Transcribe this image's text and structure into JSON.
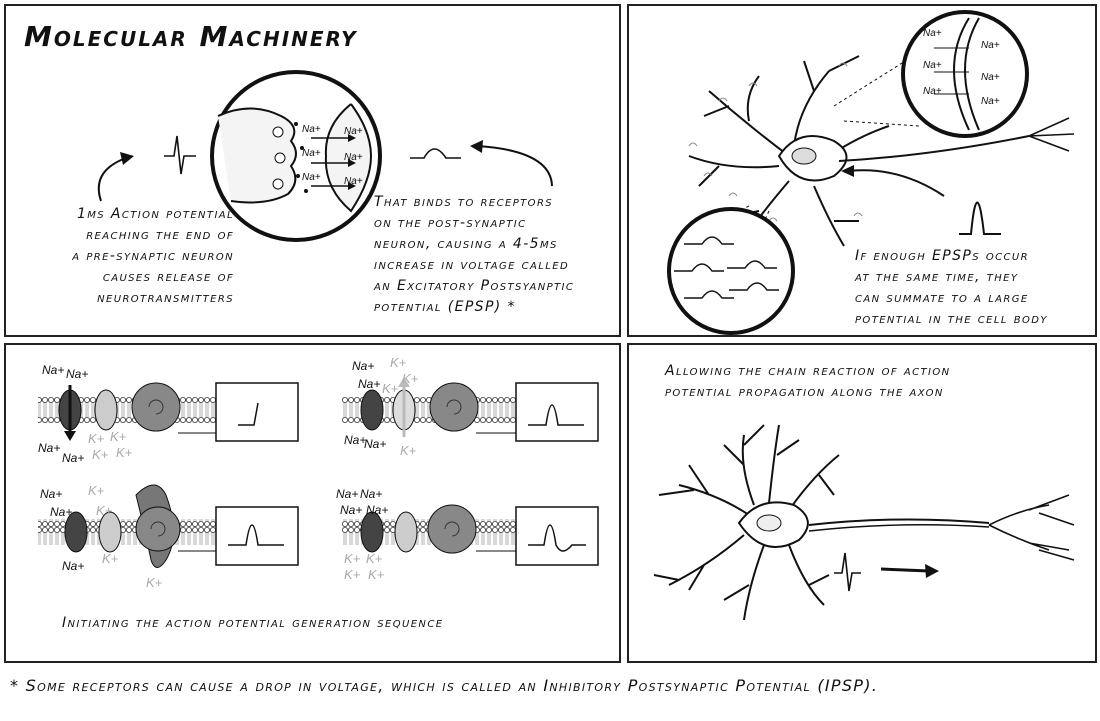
{
  "title": "Molecular Machinery",
  "panel1": {
    "caption_left": [
      "1ms Action potential",
      "reaching the end of",
      "a pre-synaptic neuron",
      "causes release of",
      "neurotransmitters"
    ],
    "caption_right": [
      "That binds to receptors",
      "on the post-synaptic",
      "neuron, causing a 4-5ms",
      "increase in voltage called",
      "an Excitatory Postsyanptic",
      "potential (EPSP) *"
    ],
    "ion_na": "Na+"
  },
  "panel2": {
    "caption": [
      "If enough EPSPs occur",
      "at the same time, they",
      "can summate to a large",
      "potential in the cell body"
    ],
    "ion_na": "Na+"
  },
  "panel3": {
    "caption": "Initiating the action potential generation sequence",
    "ion_na": "Na+",
    "ion_k": "K+"
  },
  "panel4": {
    "caption": [
      "Allowing the chain reaction of action",
      "potential propagation along the axon"
    ]
  },
  "footnote": "* Some receptors can cause a drop in voltage, which is called an Inhibitory Postsynaptic Potential (IPSP)."
}
